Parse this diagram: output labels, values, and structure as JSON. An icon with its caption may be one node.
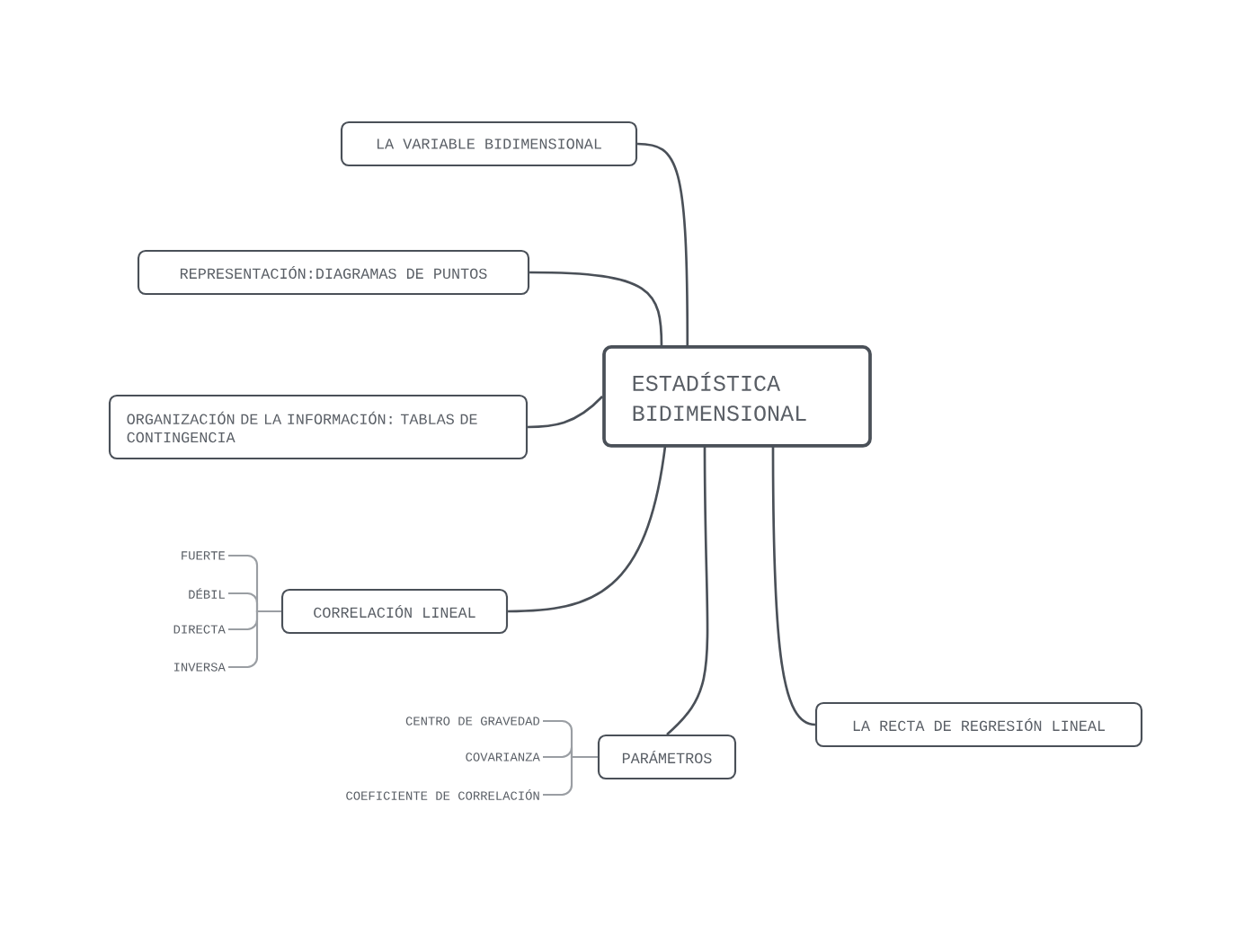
{
  "diagram": {
    "nodes": [
      {
        "text": [
          "ESTADÍSTICA BIDIMENSIONAL"
        ]
      },
      {
        "text": [
          "LA VARIABLE BIDIMENSIONAL"
        ]
      },
      {
        "text": [
          "REPRESENTACIÓN:DIAGRAMAS DE PUNTOS"
        ]
      },
      {
        "text": [
          "ORGANIZACIÓN DE LA INFORMACIÓN: TABLAS DE CONTINGENCIA"
        ]
      },
      {
        "text": [
          "CORRELACIÓN LINEAL"
        ]
      },
      {
        "text": [
          "FUERTE"
        ]
      },
      {
        "text": [
          "DÉBIL"
        ]
      },
      {
        "text": [
          "DIRECTA"
        ]
      },
      {
        "text": [
          "INVERSA"
        ]
      },
      {
        "text": [
          "PARÁMETROS"
        ]
      },
      {
        "text": [
          "CENTRO DE GRAVEDAD"
        ]
      },
      {
        "text": [
          "COVARIANZA"
        ]
      },
      {
        "text": [
          "COEFICIENTE DE CORRELACIÓN"
        ]
      },
      {
        "text": [
          "LA RECTA DE REGRESIÓN LINEAL"
        ]
      }
    ],
    "edges": [
      {
        "from": 0,
        "to": 1,
        "arrow": "none"
      },
      {
        "from": 0,
        "to": 2,
        "arrow": "none"
      },
      {
        "from": 0,
        "to": 3,
        "arrow": "none"
      },
      {
        "from": 0,
        "to": 4,
        "arrow": "none"
      },
      {
        "from": 4,
        "to": 5,
        "arrow": "none"
      },
      {
        "from": 4,
        "to": 6,
        "arrow": "none"
      },
      {
        "from": 4,
        "to": 7,
        "arrow": "none"
      },
      {
        "from": 4,
        "to": 8,
        "arrow": "none"
      },
      {
        "from": 0,
        "to": 9,
        "arrow": "none"
      },
      {
        "from": 9,
        "to": 10,
        "arrow": "none"
      },
      {
        "from": 9,
        "to": 11,
        "arrow": "none"
      },
      {
        "from": 9,
        "to": 12,
        "arrow": "none"
      },
      {
        "from": 0,
        "to": 13,
        "arrow": "none"
      }
    ]
  }
}
